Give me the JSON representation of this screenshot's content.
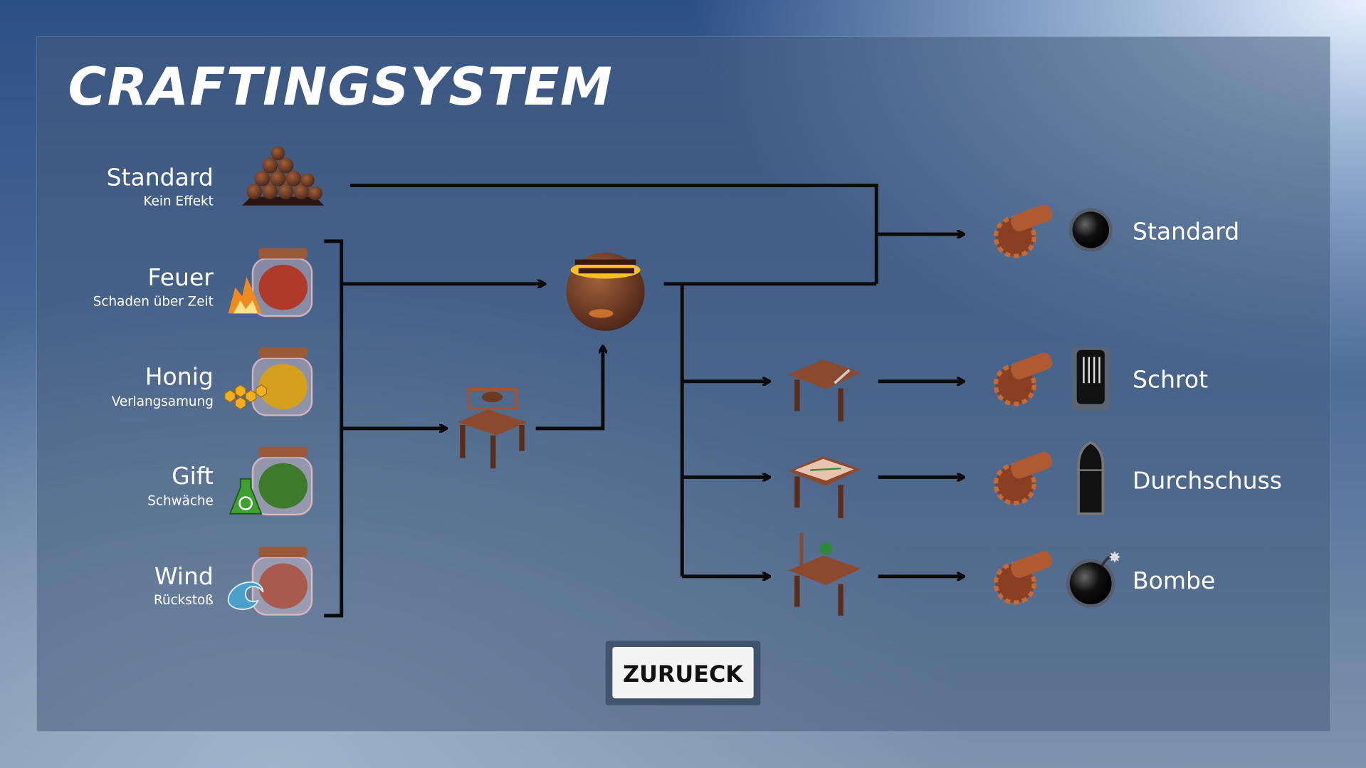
{
  "title": "CRAFTINGSYSTEM",
  "ingredients": [
    {
      "name": "Standard",
      "effect": "Kein Effekt",
      "icon": "cannonball-pile-icon"
    },
    {
      "name": "Feuer",
      "effect": "Schaden über Zeit",
      "icon": "fire-jar-icon",
      "color": "#c0392b"
    },
    {
      "name": "Honig",
      "effect": "Verlangsamung",
      "icon": "honey-jar-icon",
      "color": "#d9a21c"
    },
    {
      "name": "Gift",
      "effect": "Schwäche",
      "icon": "poison-jar-icon",
      "color": "#3f8a2e"
    },
    {
      "name": "Wind",
      "effect": "Rückstoß",
      "icon": "wind-jar-icon",
      "color": "#b5564a"
    }
  ],
  "stations": {
    "mixing_table": "mixing-table-icon",
    "cauldron": "cauldron-icon"
  },
  "outputs": [
    {
      "name": "Standard",
      "icon": "cannonball-icon"
    },
    {
      "name": "Schrot",
      "icon": "shot-shell-icon"
    },
    {
      "name": "Durchschuss",
      "icon": "bullet-icon"
    },
    {
      "name": "Bombe",
      "icon": "bomb-icon"
    }
  ],
  "back_button": "ZURUECK"
}
